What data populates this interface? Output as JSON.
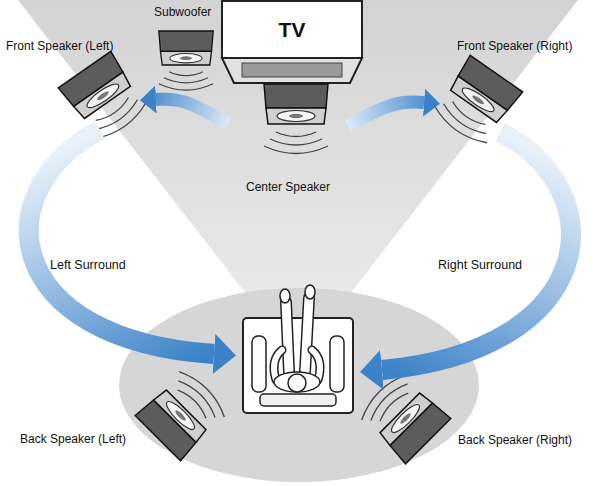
{
  "diagram": {
    "nodes": [
      {
        "text": [
          "Subwoofer"
        ]
      },
      {
        "text": [
          "Front Speaker (Left)"
        ]
      },
      {
        "text": [
          "TV"
        ]
      },
      {
        "text": [
          "Front Speaker (Right)"
        ]
      },
      {
        "text": [
          "Center Speaker"
        ]
      },
      {
        "text": [
          "Back Speaker (Left)"
        ]
      },
      {
        "text": [
          "Back Speaker (Right)"
        ]
      }
    ],
    "edges": [
      {
        "from": 4,
        "to": 1,
        "arrow": "to"
      },
      {
        "from": 4,
        "to": 3,
        "arrow": "to"
      }
    ],
    "labels": [
      "Left Surround",
      "Right Surround"
    ]
  }
}
